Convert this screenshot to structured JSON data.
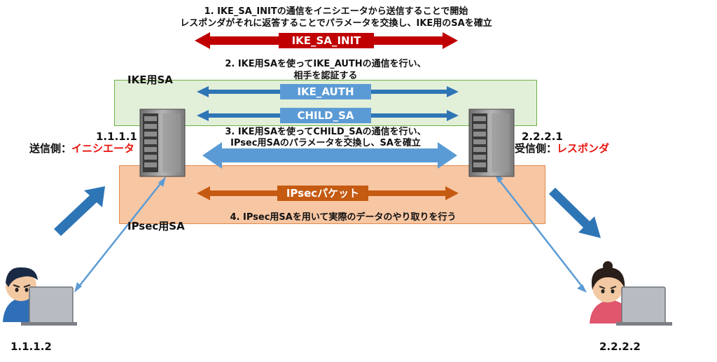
{
  "step1": {
    "line1": "1. IKE_SA_INITの通信をイニシエータから送信することで開始",
    "line2": "レスポンダがそれに返答することでパラメータを交換し、IKE用のSAを確立",
    "arrow_label": "IKE_SA_INIT"
  },
  "step2": {
    "line1": "2. IKE用SAを使ってIKE_AUTHの通信を行い、",
    "line2": "相手を認証する",
    "arrow_label": "IKE_AUTH"
  },
  "child_sa_label": "CHILD_SA",
  "step3": {
    "line1": "3. IKE用SAを使ってCHILD_SAの通信を行い、",
    "line2": "IPsec用SAのパラメータを交換し、SAを確立"
  },
  "ipsec_packet_label": "IPsecパケット",
  "step4": "4. IPsec用SAを用いて実際のデータのやり取りを行う",
  "ike_sa_zone_label": "IKE用SA",
  "ipsec_sa_zone_label": "IPsec用SA",
  "left_gateway": {
    "ip": "1.1.1.1",
    "role_prefix": "送信側：",
    "role": "イニシエータ"
  },
  "right_gateway": {
    "ip": "2.2.2.1",
    "role_prefix": "受信側：",
    "role": "レスポンダ"
  },
  "left_client_ip": "1.1.1.2",
  "right_client_ip": "2.2.2.2",
  "colors": {
    "ike_sa_init": "#c00000",
    "ike_auth": "#2e75b6",
    "child_sa_arrow": "#5b9bd5",
    "ipsec_packet": "#c55a11",
    "ike_zone": "#e2efd9",
    "ipsec_zone": "#f7c6a3",
    "role_text": "#e8150f"
  }
}
